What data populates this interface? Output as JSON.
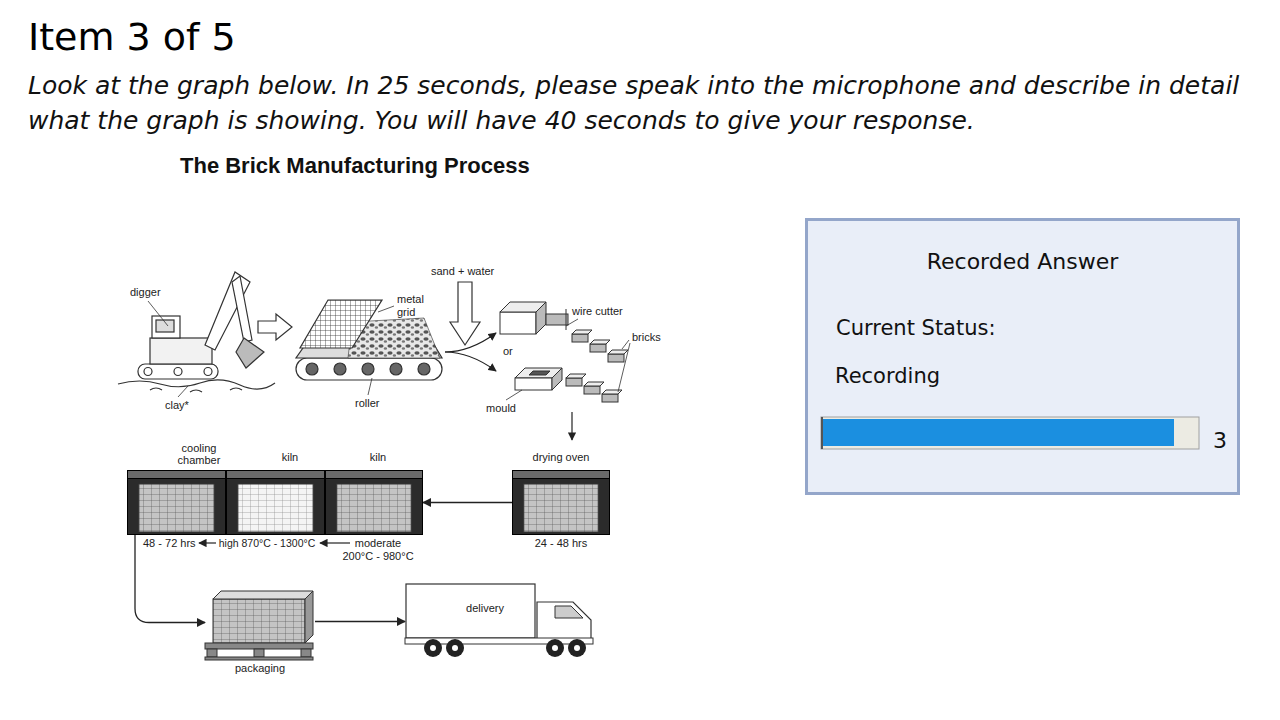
{
  "diagram": {
    "title": "The Brick Manufacturing Process",
    "nodes": [
      {
        "text": [
          "drying oven",
          "24 - 48 hrs"
        ]
      },
      {
        "text": [
          "kiln",
          "moderate 200°C - 980°C"
        ]
      },
      {
        "text": [
          "kiln",
          "high 870°C - 1300°C"
        ]
      },
      {
        "text": [
          "cooling chamber",
          "48 - 72 hrs"
        ]
      },
      {
        "text": [
          "packaging"
        ]
      },
      {
        "text": [
          "delivery"
        ]
      },
      {
        "text": [
          "Recorded Answer",
          "Current Status:",
          "Recording",
          "3"
        ]
      }
    ],
    "edges": [
      {
        "from": 0,
        "to": 1,
        "arrow": "to"
      },
      {
        "from": 3,
        "to": 4,
        "arrow": "to"
      },
      {
        "from": 4,
        "to": 5,
        "arrow": "to"
      }
    ],
    "labels": [
      "Item 3 of 5",
      "Look at the graph below. In 25 seconds, please speak into the microphone and describe in detail what the graph is showing. You will have 40 seconds to give your response.",
      "digger",
      "clay*",
      "metal grid",
      "roller",
      "sand + water",
      "or",
      "wire cutter",
      "bricks",
      "mould"
    ]
  }
}
